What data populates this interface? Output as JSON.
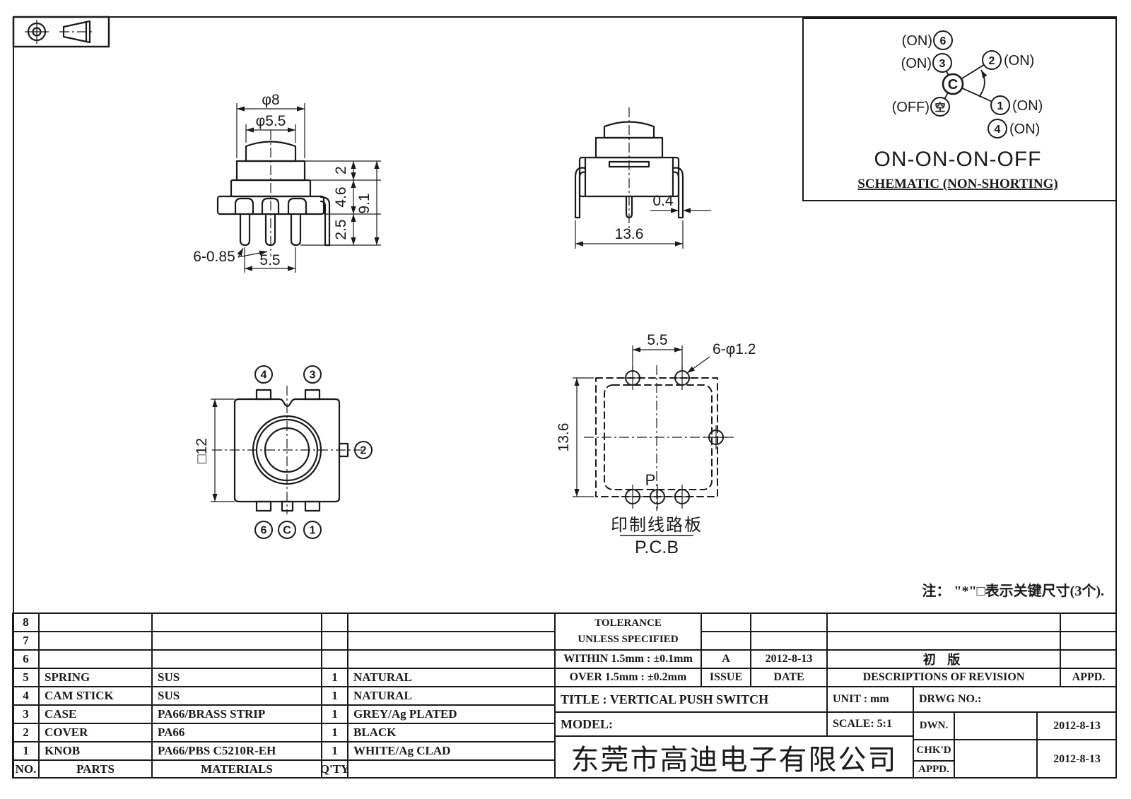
{
  "sheet": {
    "note": "注： \"*\"□表示关键尺寸(3个).",
    "company": "东莞市高迪电子有限公司"
  },
  "front_view": {
    "dim_outer_dia": "φ8",
    "dim_knob_dia": "φ5.5",
    "dim_collar_h": "2",
    "dim_body_h": "4.6",
    "dim_pin_h": "2.5",
    "dim_total_h": "9.1",
    "dim_pin_spec": "6-0.85",
    "dim_pin_pitch": "5.5"
  },
  "side_view": {
    "dim_wire": "0.4",
    "dim_width": "13.6"
  },
  "schematic": {
    "t6_label": "(ON)",
    "t6_pin": "6",
    "t3_label": "(ON)",
    "t3_pin": "3",
    "t2_label": "(ON)",
    "t2_pin": "2",
    "toff_label": "(OFF)",
    "toff_pin": "空",
    "t1_label": "(ON)",
    "t1_pin": "1",
    "t4_label": "(ON)",
    "t4_pin": "4",
    "center": "C",
    "mode": "ON-ON-ON-OFF",
    "subtitle": "SCHEMATIC (NON-SHORTING)"
  },
  "top_view": {
    "dim_square": "□12",
    "pin4": "4",
    "pin3": "3",
    "pin2": "2",
    "pin6": "6",
    "pinc": "C",
    "pin1": "1"
  },
  "pcb_view": {
    "dim_pitch": "5.5",
    "dim_hole": "6-φ1.2",
    "dim_width": "13.6",
    "point_label": "P",
    "caption_cn": "印制线路板",
    "caption_en": "P.C.B"
  },
  "parts_table": {
    "headers": {
      "no": "NO.",
      "parts": "PARTS",
      "materials": "MATERIALS",
      "qty": "Q'TY"
    },
    "rows": [
      {
        "no": "8",
        "parts": "",
        "materials": "",
        "qty": "",
        "color": ""
      },
      {
        "no": "7",
        "parts": "",
        "materials": "",
        "qty": "",
        "color": ""
      },
      {
        "no": "6",
        "parts": "",
        "materials": "",
        "qty": "",
        "color": ""
      },
      {
        "no": "5",
        "parts": "SPRING",
        "materials": "SUS",
        "qty": "1",
        "color": "NATURAL"
      },
      {
        "no": "4",
        "parts": "CAM STICK",
        "materials": "SUS",
        "qty": "1",
        "color": "NATURAL"
      },
      {
        "no": "3",
        "parts": "CASE",
        "materials": "PA66/BRASS STRIP",
        "qty": "1",
        "color": "GREY/Ag PLATED"
      },
      {
        "no": "2",
        "parts": "COVER",
        "materials": "PA66",
        "qty": "1",
        "color": "BLACK"
      },
      {
        "no": "1",
        "parts": "KNOB",
        "materials": "PA66/PBS C5210R-EH",
        "qty": "1",
        "color": "WHITE/Ag CLAD"
      }
    ]
  },
  "tolerance_block": {
    "line1": "TOLERANCE",
    "line2": "UNLESS  SPECIFIED",
    "within": "WITHIN 1.5mm : ±0.1mm",
    "over": "OVER 1.5mm : ±0.2mm",
    "issue_value": "A",
    "issue_label": "ISSUE",
    "date_value": "2012-8-13",
    "date_label": "DATE"
  },
  "revision_block": {
    "description_value": "初  版",
    "description_label": "DESCRIPTIONS OF REVISION",
    "appd_label": "APPD."
  },
  "title_block": {
    "title": "TITLE :  VERTICAL PUSH SWITCH",
    "unit": "UNIT :  mm",
    "drwg_no": "DRWG NO.:",
    "model": "MODEL:",
    "scale": "SCALE:  5:1",
    "dwn_label": "DWN.",
    "dwn_date": "2012-8-13",
    "chkd_label": "CHK'D",
    "chkd_date": "2012-8-13",
    "appd_label": "APPD."
  }
}
